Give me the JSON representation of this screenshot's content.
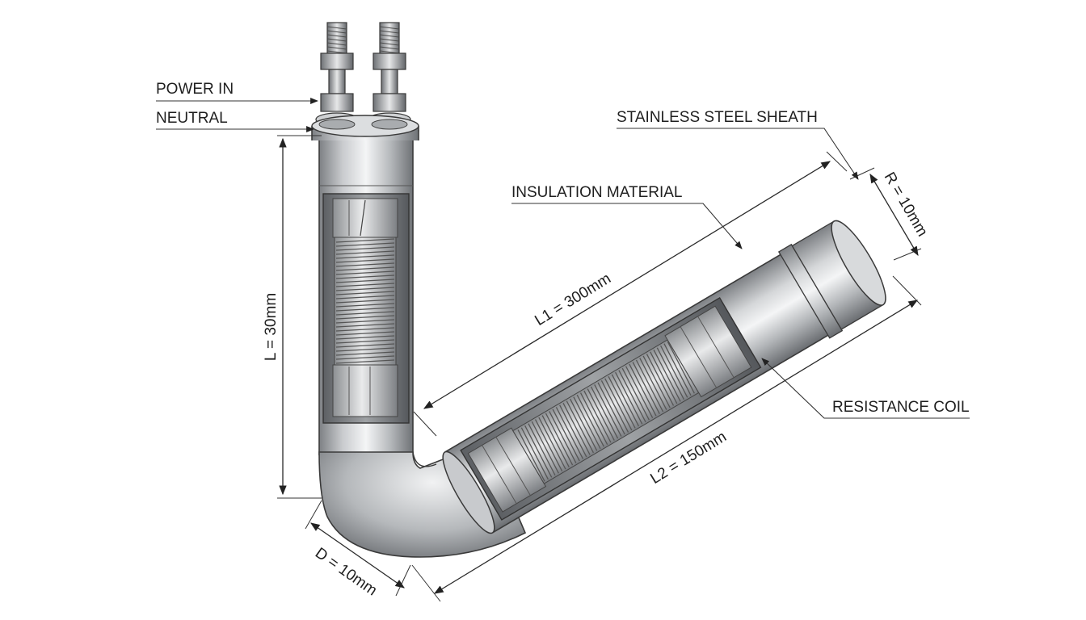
{
  "diagram": {
    "labels": {
      "power_in": "POWER IN",
      "neutral": "NEUTRAL",
      "stainless_sheath": "STAINLESS STEEL SHEATH",
      "insulation": "INSULATION MATERIAL",
      "resistance_coil": "RESISTANCE COIL"
    },
    "dimensions": {
      "l": "L = 30mm",
      "l1": "L1 = 300mm",
      "l2": "L2 = 150mm",
      "r": "R = 10mm",
      "d": "D = 10mm"
    }
  },
  "colors": {
    "metal_dark": "#8a8d90",
    "metal_light": "#f2f3f4",
    "line": "#2a2a2a"
  }
}
